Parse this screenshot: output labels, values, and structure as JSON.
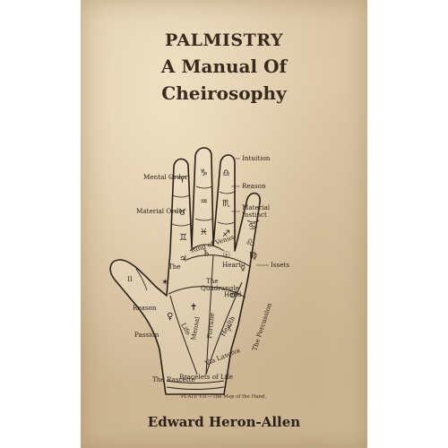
{
  "cover": {
    "title_line1": "PALMISTRY",
    "title_line2": "A Manual Of",
    "title_line3": "Cheirosophy",
    "author": "Edward Heron-Allen"
  },
  "illustration": {
    "labels": {
      "mental_order": "Mental Order",
      "material_order": "Material Order",
      "intuition": "Intuition",
      "reason_finger": "Reason",
      "material_instinct_1": "Material",
      "material_instinct_2": "Instinct",
      "the": "The",
      "ii": "II",
      "reason": "Reason",
      "passion": "Passion",
      "the_rascette": "The Rascette",
      "issets": "Issets",
      "the_percussion": "The Percussion",
      "the_quadrangle_1": "The",
      "the_quadrangle_2": "Quadrangle",
      "heart": "Heart",
      "head": "Head",
      "life": "Life",
      "fortune": "Fortune",
      "mensal": "Mensal",
      "health": "Health",
      "via_lasciva": "Via Lasciva",
      "bracelets": "Bracelets of Life",
      "ring_of_venus": "Ring of Venus"
    },
    "caption": "PLATE VII.—The Map of the Hand.",
    "symbols": {
      "jupiter": "♃",
      "saturn": "♄",
      "sun": "☉",
      "mercury": "☿",
      "mars": "♂",
      "venus": "♀",
      "moon": "☾",
      "aries": "♈",
      "taurus": "♉",
      "gemini": "♊",
      "cancer": "♋",
      "leo": "♌",
      "virgo": "♍",
      "libra": "♎",
      "scorpio": "♏",
      "sagittarius": "♐",
      "capricorn": "♑",
      "aquarius": "♒",
      "pisces": "♓",
      "cross": "✝",
      "star": "✶"
    }
  }
}
